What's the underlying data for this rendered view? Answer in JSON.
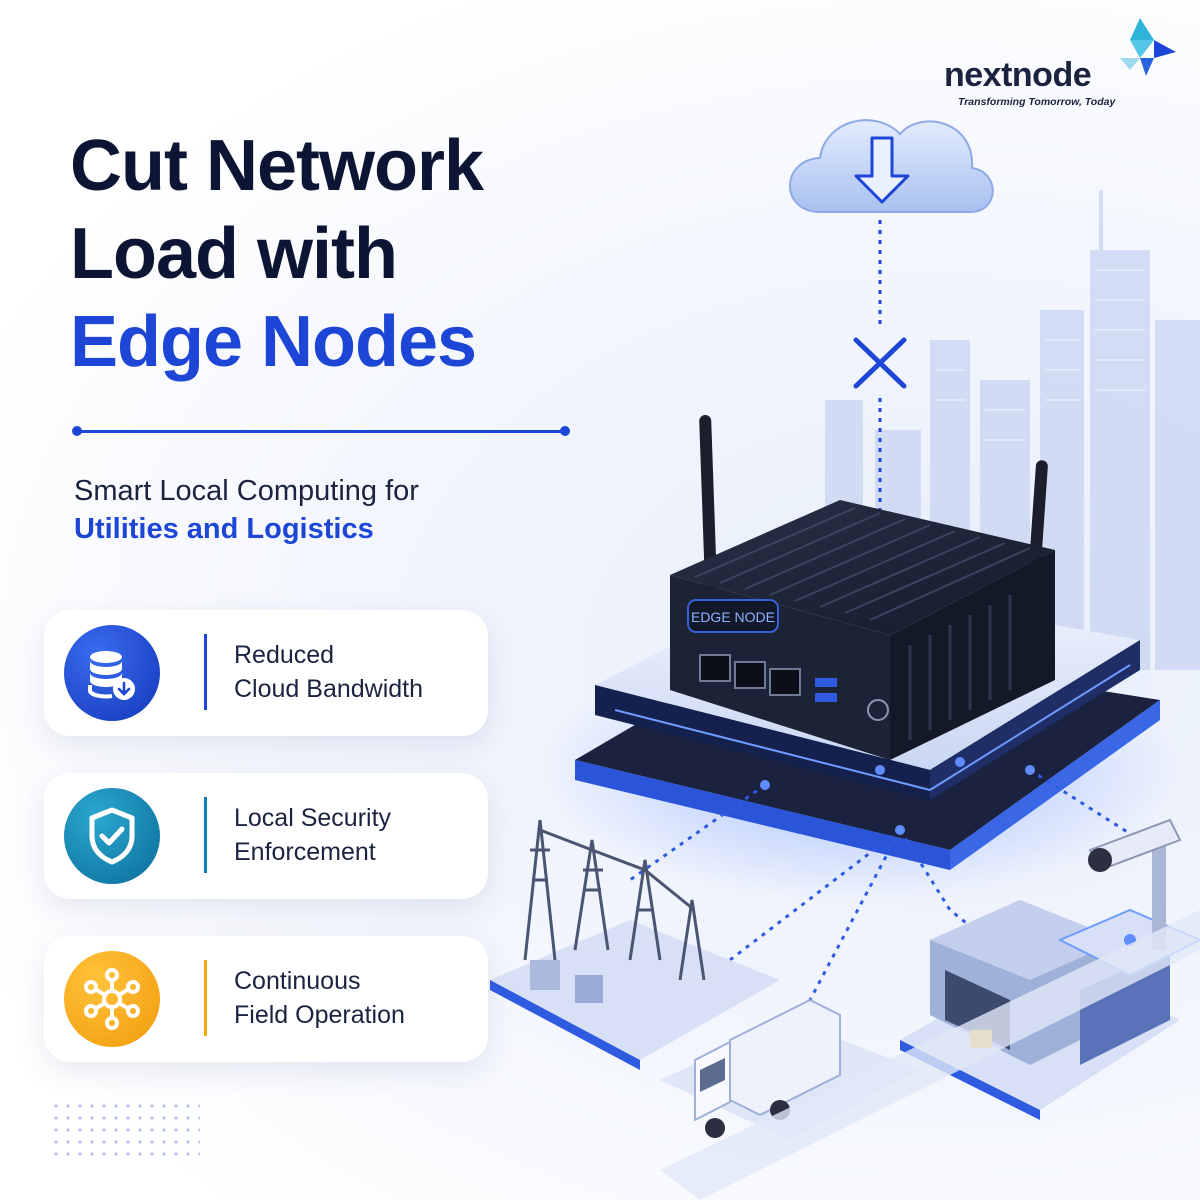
{
  "brand": {
    "name": "nextnode",
    "tagline": "Transforming Tomorrow, Today"
  },
  "headline": {
    "line1": "Cut Network",
    "line2": "Load with",
    "line3": "Edge Nodes"
  },
  "subtitle": {
    "line1": "Smart Local Computing for",
    "line2": "Utilities and Logistics"
  },
  "features": [
    {
      "line1": "Reduced",
      "line2": "Cloud Bandwidth",
      "icon": "database-download-icon",
      "color": "#1d46d6"
    },
    {
      "line1": "Local Security",
      "line2": "Enforcement",
      "icon": "shield-check-icon",
      "color": "#0e7fb0"
    },
    {
      "line1": "Continuous",
      "line2": "Field Operation",
      "icon": "network-hub-icon",
      "color": "#f4a613"
    }
  ],
  "device": {
    "label": "EDGE NODE"
  },
  "colors": {
    "accent": "#1d46d6",
    "dark": "#0c1533"
  }
}
